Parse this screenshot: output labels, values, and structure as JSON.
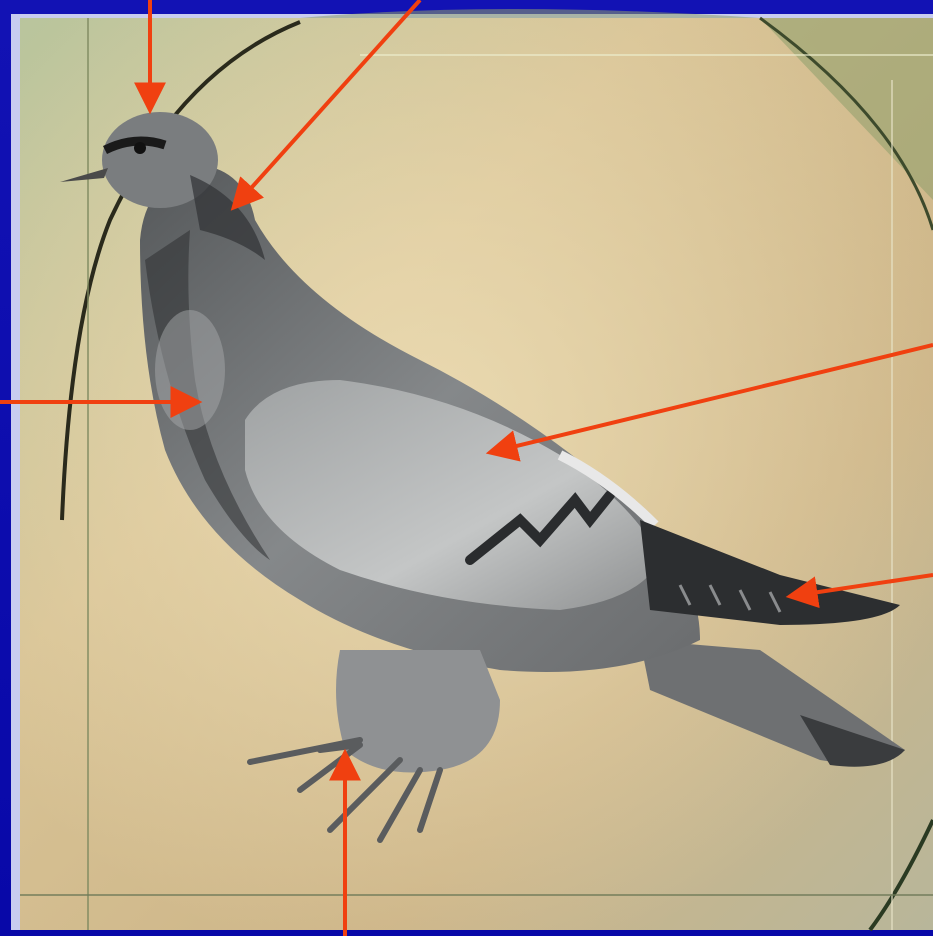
{
  "figure": {
    "subject": "pigeon",
    "colors": {
      "frame_blue": "#0a0aa0",
      "panel_border": "#c8ccf0",
      "arrow": "#f04010",
      "background_gold": "#d9c08e",
      "background_green": "#9aab7c",
      "plumage_grey": "#8d8f90",
      "plumage_dark": "#3c3e40",
      "wing_light": "#b8baba"
    },
    "callouts": [
      {
        "target": "head"
      },
      {
        "target": "neck"
      },
      {
        "target": "breast"
      },
      {
        "target": "wing"
      },
      {
        "target": "primary-feathers"
      },
      {
        "target": "feet"
      }
    ]
  }
}
